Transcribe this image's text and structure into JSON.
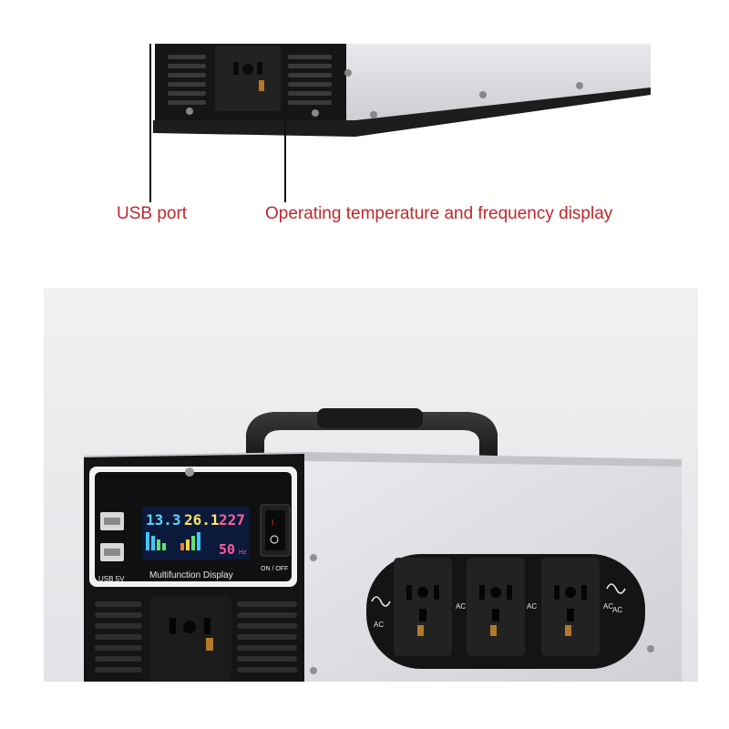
{
  "callouts": {
    "usb_port": "USB port",
    "temp_freq": "Operating temperature and frequency display"
  },
  "panel": {
    "usb_label": "USB 5V",
    "display_label": "Multifunction Display",
    "switch_label": "ON / OFF",
    "lcd": {
      "battery_voltage": "13.3",
      "temperature": "26.1",
      "output_voltage": "227",
      "frequency": "50",
      "freq_unit": "Hz"
    },
    "outlets": [
      "AC",
      "AC",
      "AC"
    ],
    "side_labels": [
      "AC",
      "AC"
    ]
  },
  "colors": {
    "callout_text": "#c0282d",
    "lcd_background": "#0b1a3a",
    "housing_silver": "#dcdde0",
    "panel_black": "#141414"
  }
}
